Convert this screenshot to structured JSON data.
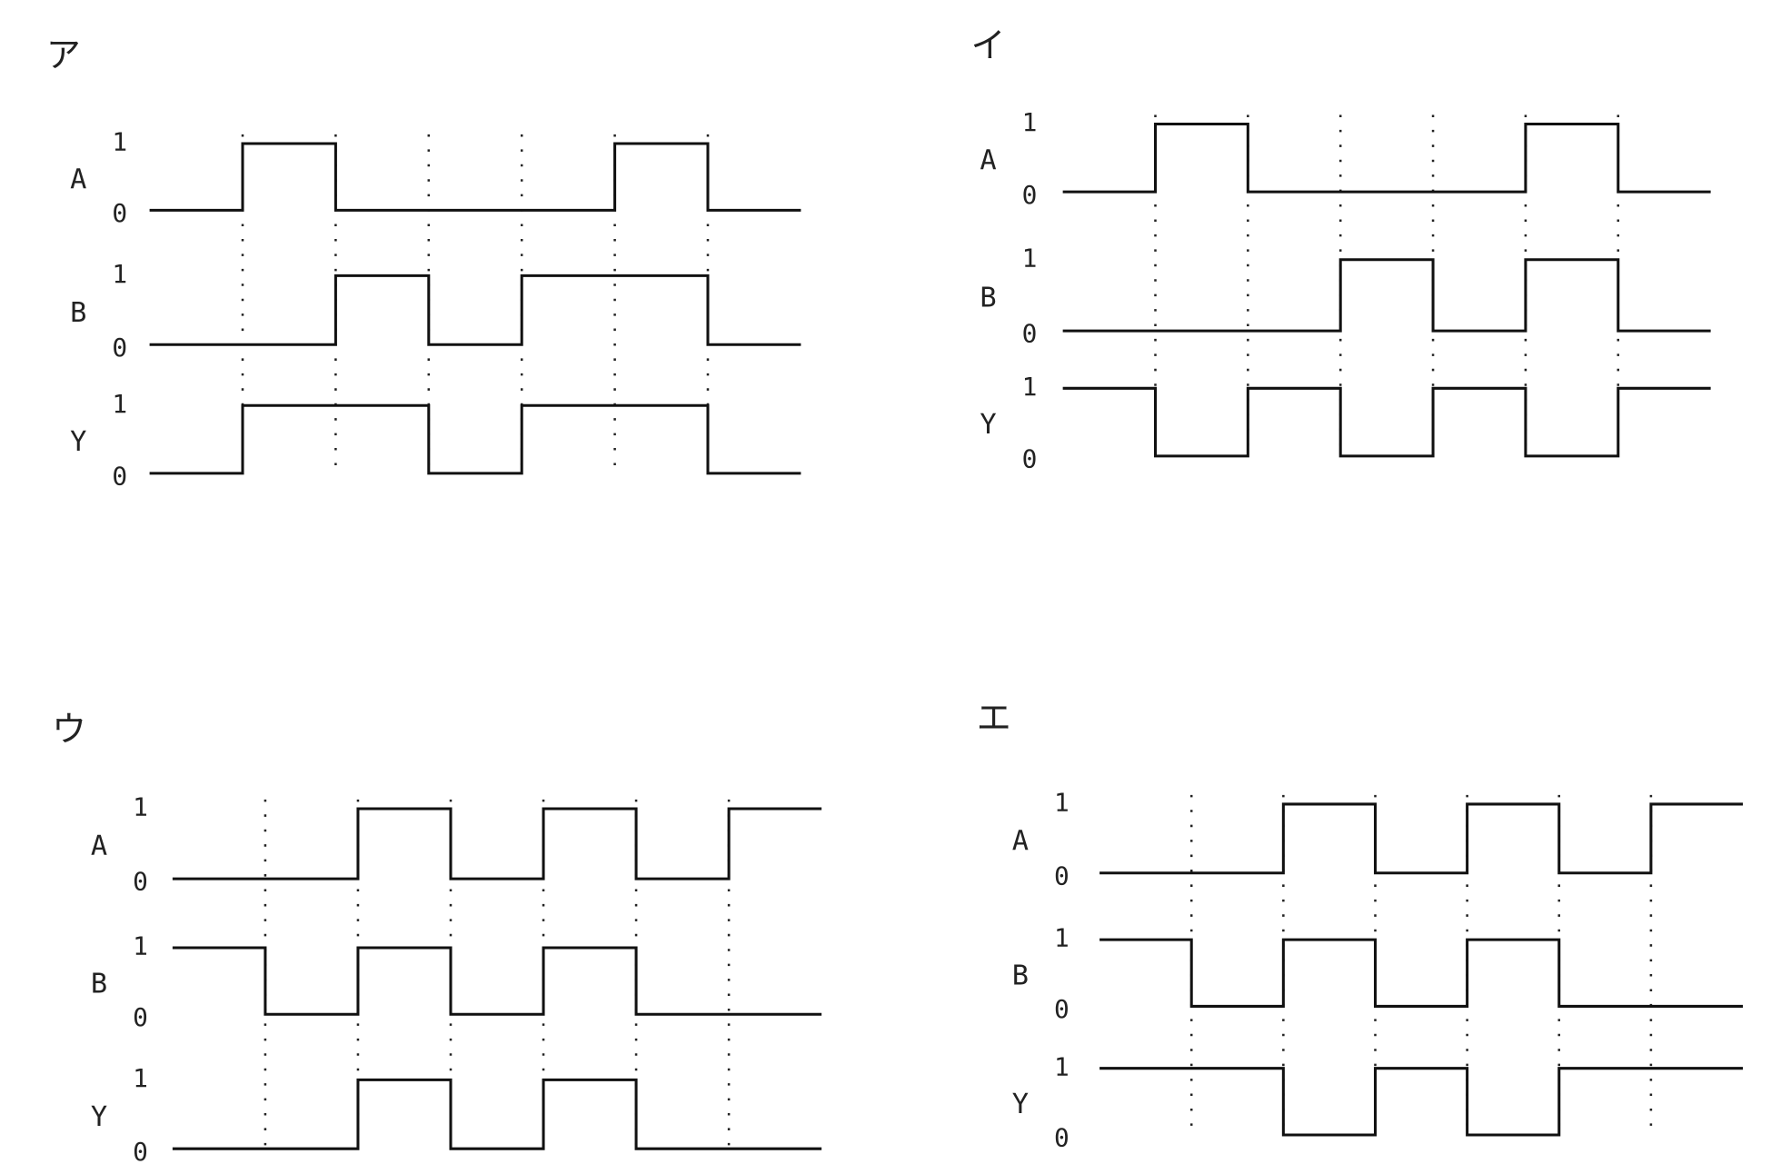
{
  "panels": [
    {
      "title": "ア",
      "signals": [
        {
          "name": "A",
          "high": "1",
          "low": "0",
          "bits": [
            0,
            1,
            0,
            0,
            0,
            1,
            0
          ]
        },
        {
          "name": "B",
          "high": "1",
          "low": "0",
          "bits": [
            0,
            0,
            1,
            0,
            1,
            1,
            0
          ]
        },
        {
          "name": "Y",
          "high": "1",
          "low": "0",
          "bits": [
            0,
            1,
            1,
            0,
            1,
            1,
            0
          ]
        }
      ]
    },
    {
      "title": "イ",
      "signals": [
        {
          "name": "A",
          "high": "1",
          "low": "0",
          "bits": [
            0,
            1,
            0,
            0,
            0,
            1,
            0
          ]
        },
        {
          "name": "B",
          "high": "1",
          "low": "0",
          "bits": [
            0,
            0,
            0,
            1,
            0,
            1,
            0
          ]
        },
        {
          "name": "Y",
          "high": "1",
          "low": "0",
          "bits": [
            1,
            0,
            1,
            0,
            1,
            0,
            1
          ]
        }
      ]
    },
    {
      "title": "ウ",
      "signals": [
        {
          "name": "A",
          "high": "1",
          "low": "0",
          "bits": [
            0,
            0,
            1,
            0,
            1,
            0,
            1
          ]
        },
        {
          "name": "B",
          "high": "1",
          "low": "0",
          "bits": [
            1,
            0,
            1,
            0,
            1,
            0,
            0
          ]
        },
        {
          "name": "Y",
          "high": "1",
          "low": "0",
          "bits": [
            0,
            0,
            1,
            0,
            1,
            0,
            0
          ]
        }
      ]
    },
    {
      "title": "エ",
      "signals": [
        {
          "name": "A",
          "high": "1",
          "low": "0",
          "bits": [
            0,
            0,
            1,
            0,
            1,
            0,
            1
          ]
        },
        {
          "name": "B",
          "high": "1",
          "low": "0",
          "bits": [
            1,
            0,
            1,
            0,
            1,
            0,
            0
          ]
        },
        {
          "name": "Y",
          "high": "1",
          "low": "0",
          "bits": [
            1,
            1,
            0,
            1,
            0,
            1,
            1
          ]
        }
      ]
    }
  ]
}
